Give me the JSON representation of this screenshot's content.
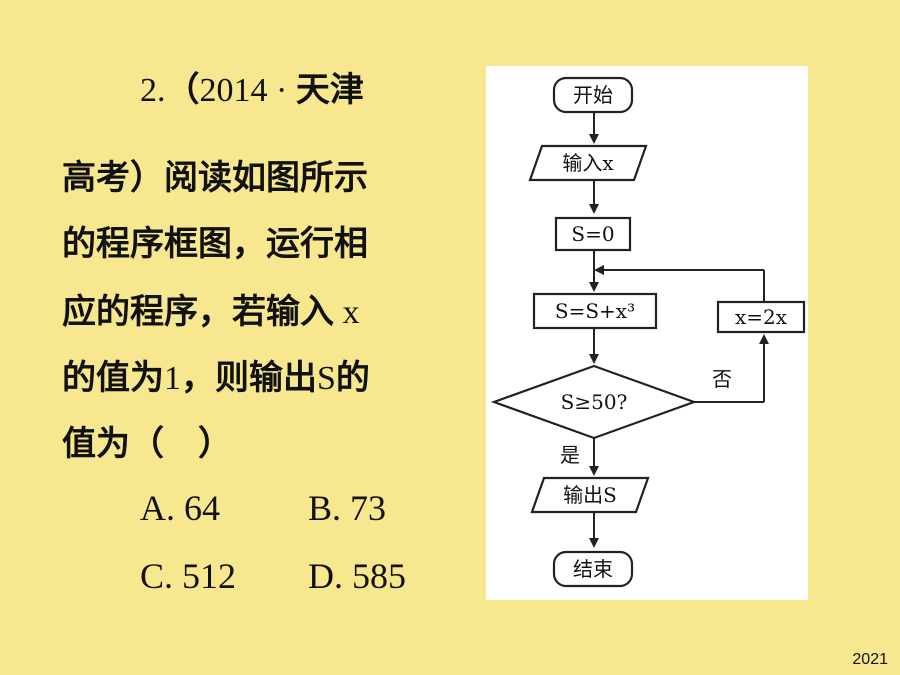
{
  "question": {
    "number": "2.",
    "open_paren": "（",
    "year": "2014",
    "dot": " · ",
    "source": "天津",
    "line2": "高考）阅读如图所示",
    "line3": "的程序框图，运行相",
    "line4_text": "应的程序，若输入",
    "line4_var": " x",
    "line5_a": "的值为",
    "line5_num": "1",
    "line5_b": "，则输出",
    "line5_var": "S",
    "line5_c": "的",
    "line6": "值为（　）"
  },
  "options": [
    {
      "label": "A. 64"
    },
    {
      "label": "B. 73"
    },
    {
      "label": "C. 512"
    },
    {
      "label": "D. 585"
    }
  ],
  "flowchart": {
    "start": "开始",
    "input": "输入x",
    "init": "S=0",
    "update": "S=S+x³",
    "condition": "S≥50?",
    "loop_update": "x=2x",
    "no_label": "否",
    "yes_label": "是",
    "output": "输出S",
    "end": "结束"
  },
  "footer": {
    "year": "2021"
  }
}
